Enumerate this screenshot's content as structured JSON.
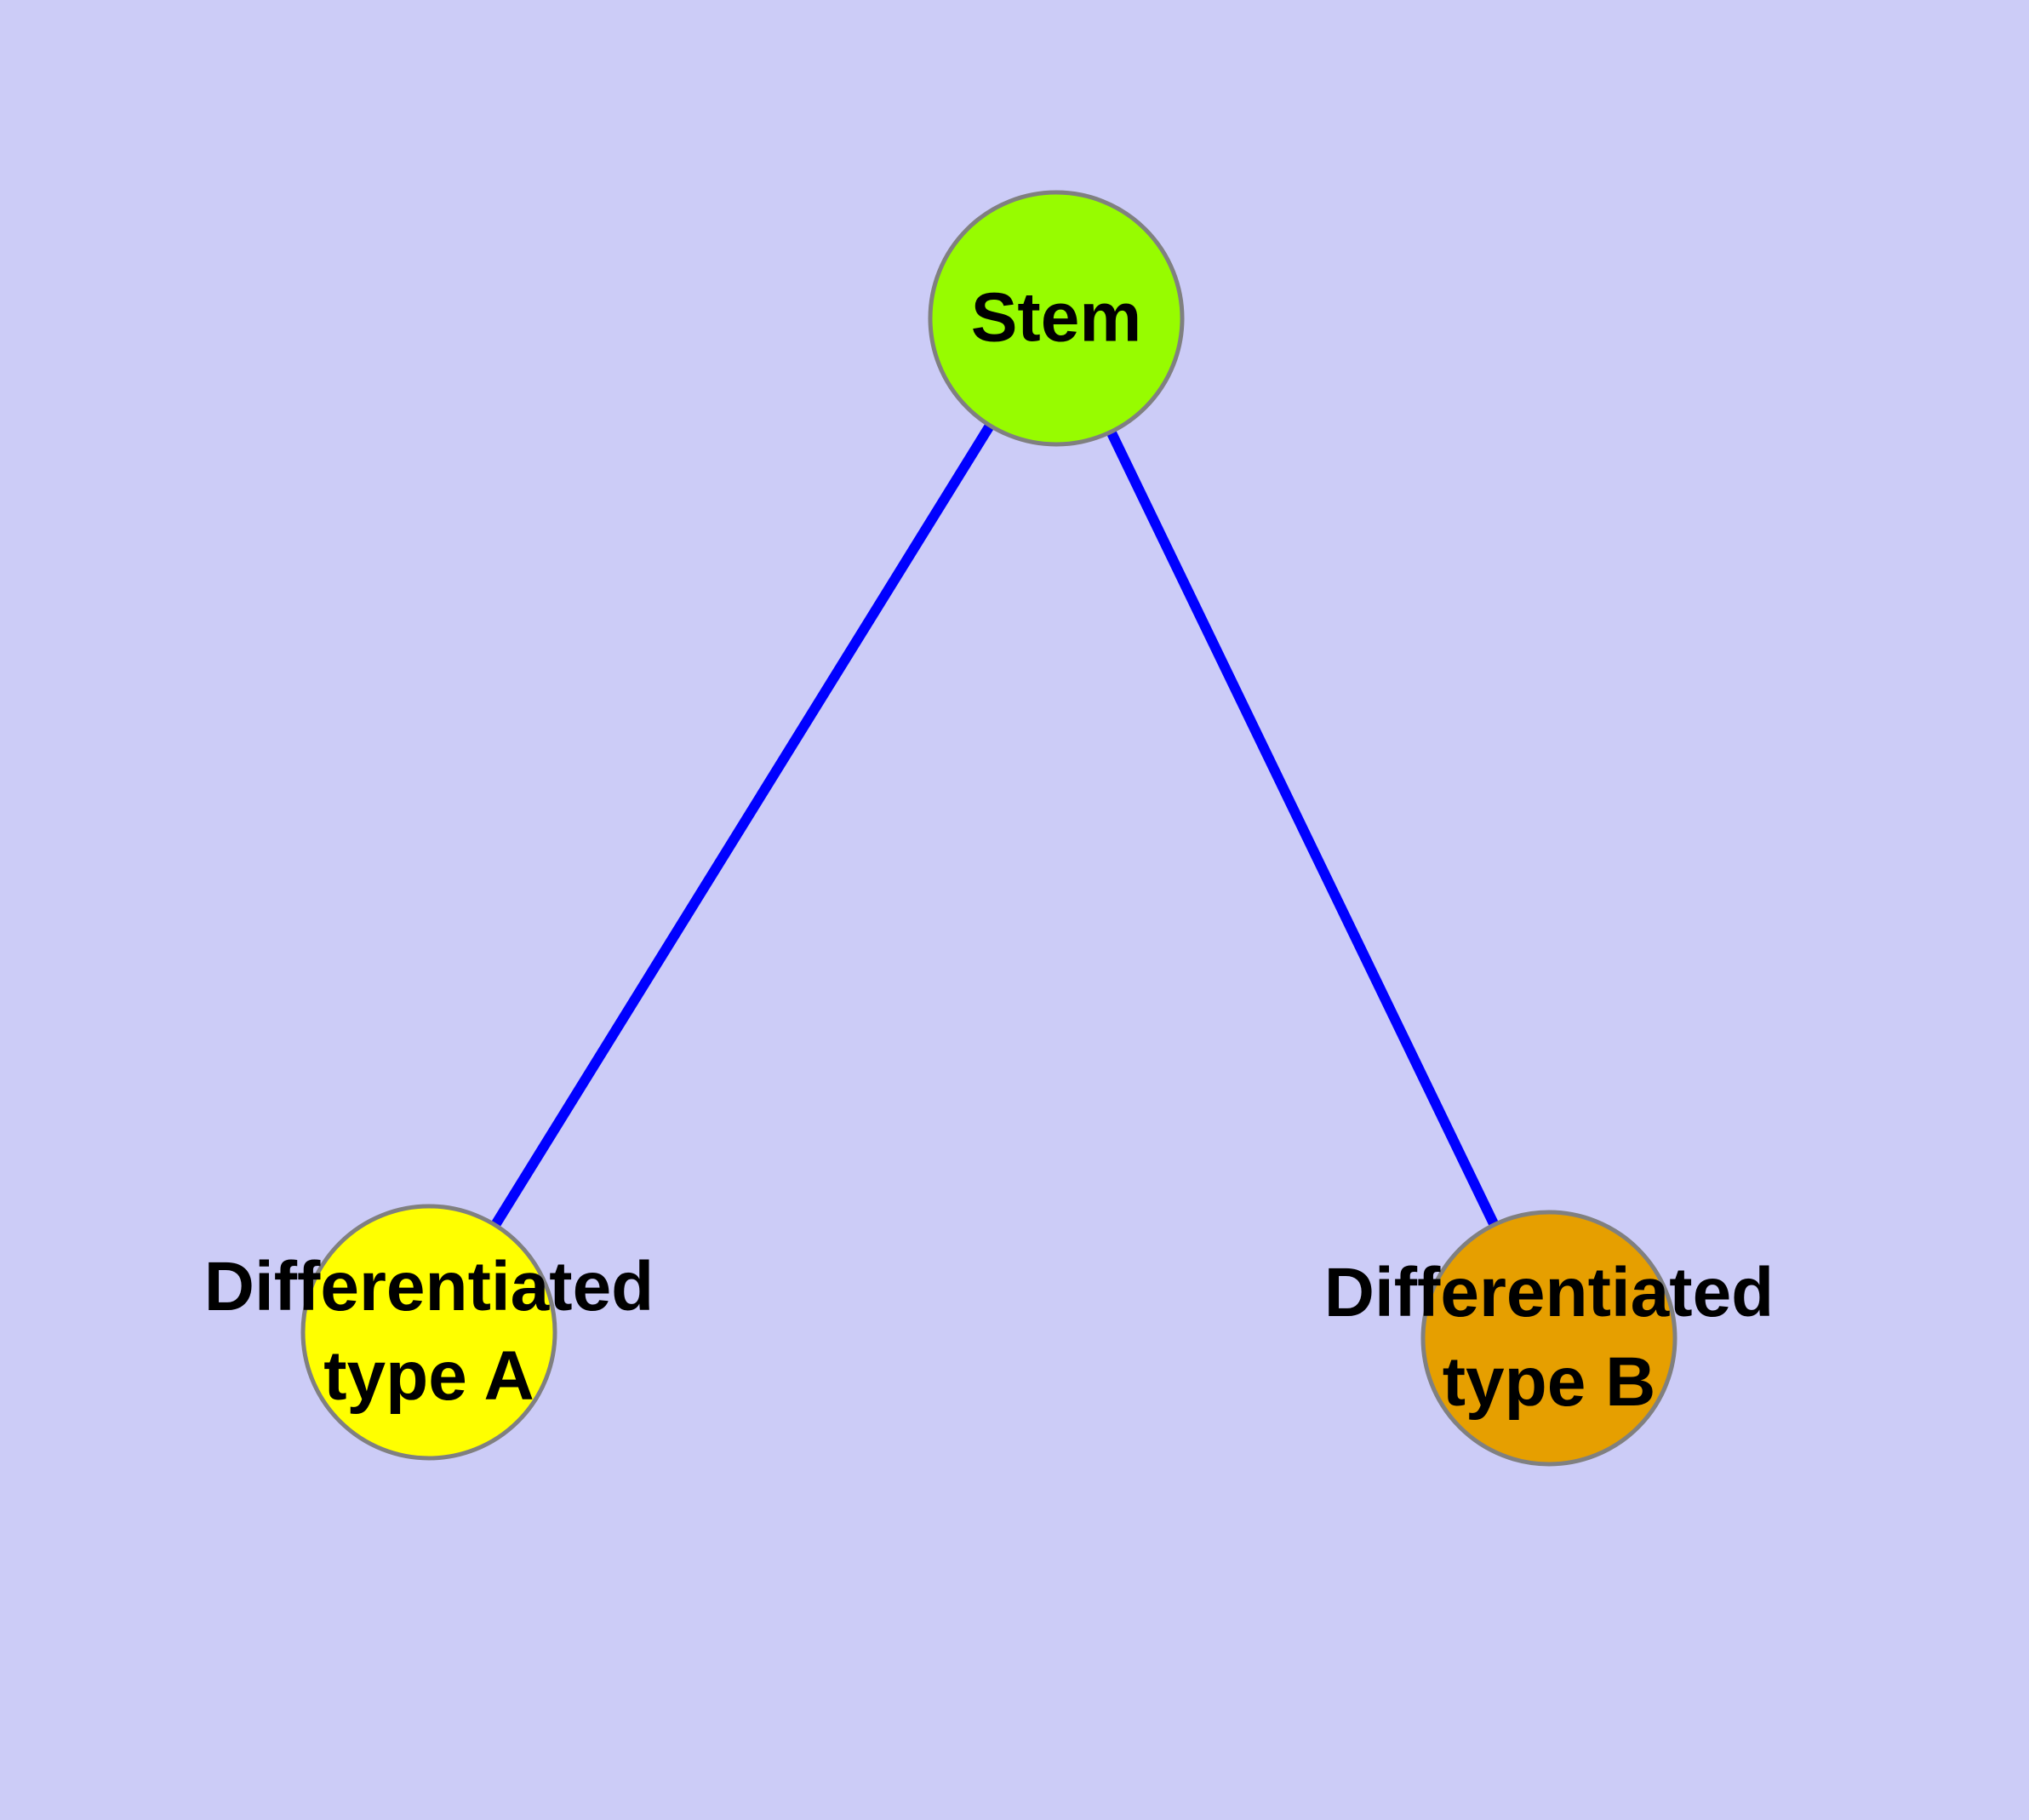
{
  "diagram": {
    "type": "node-link-graph",
    "background_color": "#CCCCF7",
    "edge_color": "#0000FF",
    "edge_width": 12,
    "node_border_color": "#808080",
    "text_color": "#000000",
    "nodes": [
      {
        "id": "stem",
        "label": "Stem",
        "lines": [
          "Stem"
        ],
        "fill": "#97FC00"
      },
      {
        "id": "differentiated-type-a",
        "label": "Differentiated type A",
        "lines": [
          "Differentiated",
          "type A"
        ],
        "fill": "#FFFF00"
      },
      {
        "id": "differentiated-type-b",
        "label": "Differentiated type B",
        "lines": [
          "Differentiated",
          "type B"
        ],
        "fill": "#E69F00"
      }
    ],
    "edges": [
      {
        "from": "stem",
        "to": "differentiated-type-a"
      },
      {
        "from": "stem",
        "to": "differentiated-type-b"
      }
    ]
  }
}
